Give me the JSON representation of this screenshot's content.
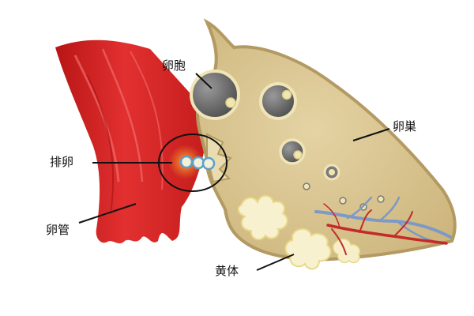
{
  "labels": {
    "follicle": "卵胞",
    "ovary": "卵巣",
    "ovulation": "排卵",
    "oviduct": "卵管",
    "corpus_luteum": "黄体"
  },
  "colors": {
    "oviduct_red": "#d42020",
    "ovary_fill": "#dcc897",
    "ovary_outline": "#b39a62",
    "follicle_grey": "#6f6f6f",
    "egg_yellow": "#f0e7b0",
    "corpus_luteum": "#f7f1d0",
    "vessel_blue": "#7d99c8",
    "vessel_red": "#c42a2a",
    "background": "#ffffff"
  }
}
